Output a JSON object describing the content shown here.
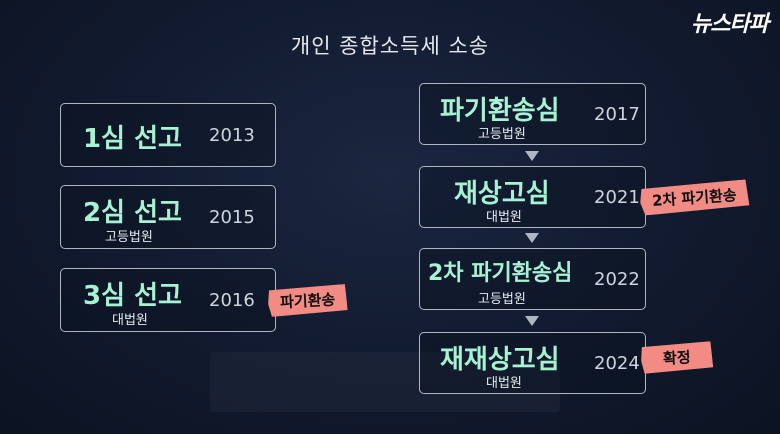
{
  "header": {
    "title": "개인 종합소득세 소송",
    "logo": "뉴스타파"
  },
  "left_steps": [
    {
      "name": "1심 선고",
      "year": "2013",
      "court": ""
    },
    {
      "name": "2심 선고",
      "year": "2015",
      "court": "고등법원"
    },
    {
      "name": "3심 선고",
      "year": "2016",
      "court": "대법원"
    }
  ],
  "right_steps": [
    {
      "name": "파기환송심",
      "year": "2017",
      "court": "고등법원"
    },
    {
      "name": "재상고심",
      "year": "2021",
      "court": "대법원"
    },
    {
      "name": "2차 파기환송심",
      "year": "2022",
      "court": "고등법원"
    },
    {
      "name": "재재상고심",
      "year": "2024",
      "court": "대법원"
    }
  ],
  "tags": {
    "left_3": "파기환송",
    "right_2": "2차 파기환송",
    "right_4": "확정"
  },
  "colors": {
    "accent_text": "#a8f2d4",
    "tag_bg": "#f28b84",
    "background": "#111a2e"
  }
}
